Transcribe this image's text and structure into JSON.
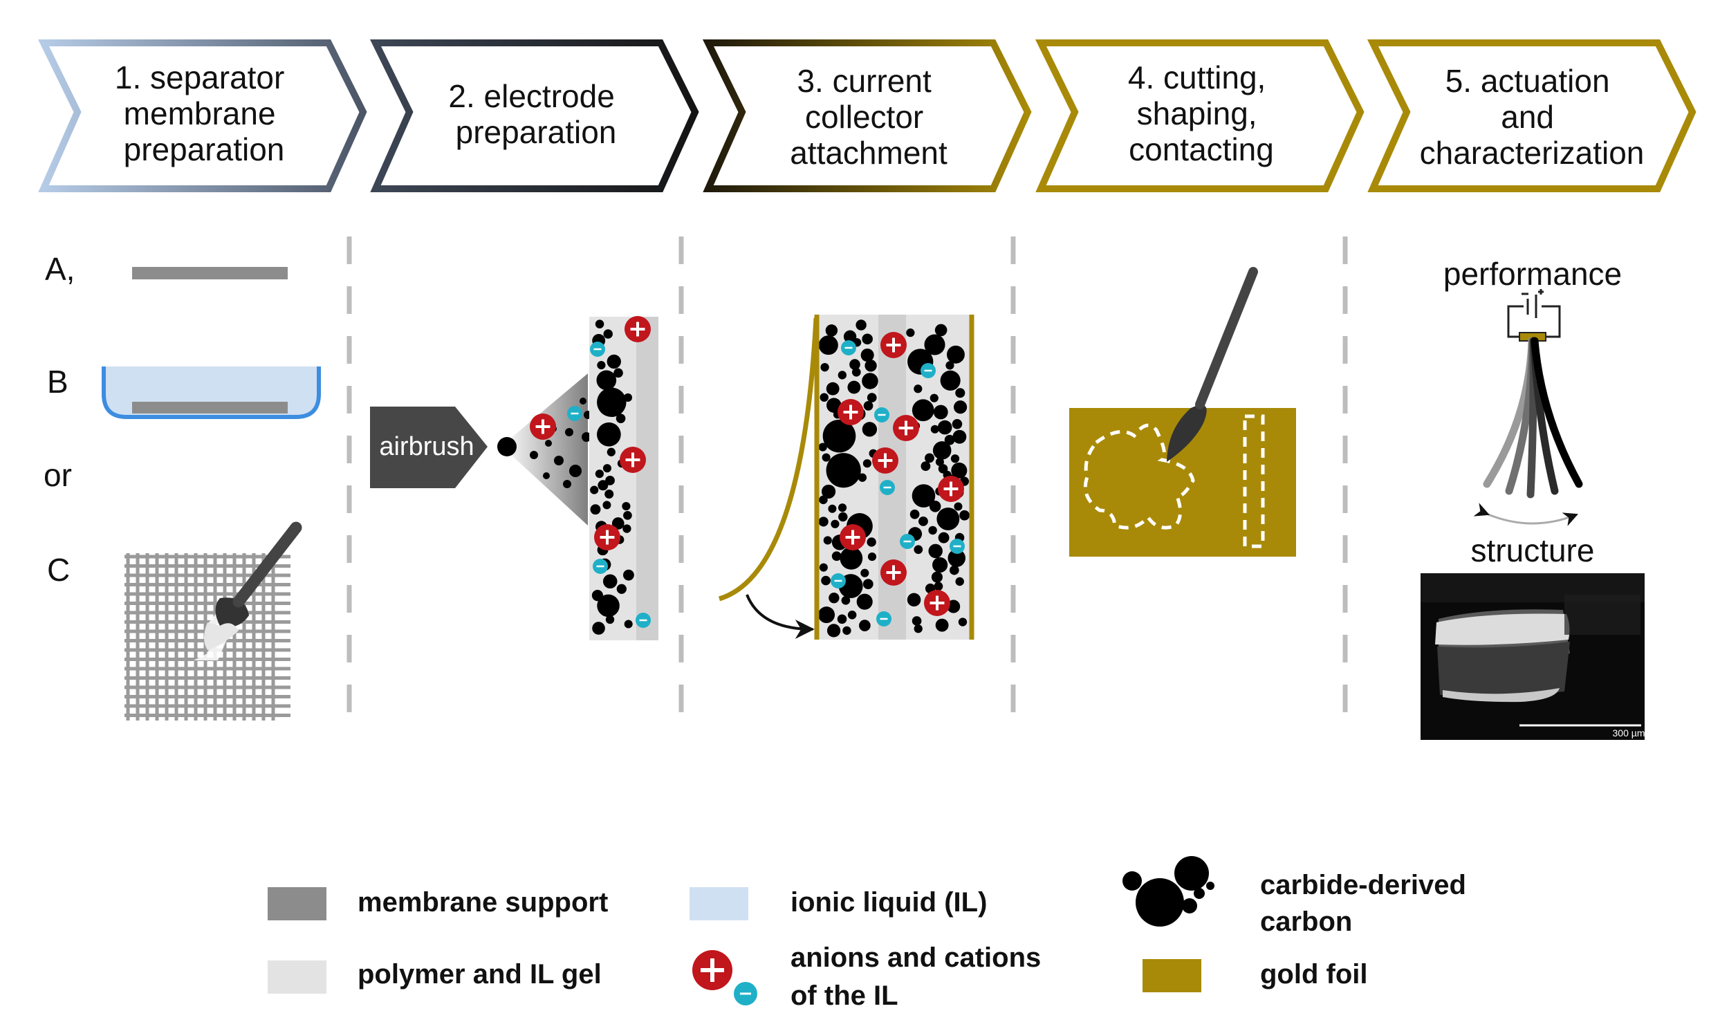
{
  "steps": [
    {
      "lines": [
        "1. separator",
        "membrane",
        "preparation"
      ]
    },
    {
      "lines": [
        "2. electrode",
        "preparation"
      ]
    },
    {
      "lines": [
        "3. current",
        "collector",
        "attachment"
      ]
    },
    {
      "lines": [
        "4. cutting,",
        "shaping,",
        "contacting"
      ]
    },
    {
      "lines": [
        "5. actuation",
        "and",
        "characterization"
      ]
    }
  ],
  "membrane_options": {
    "a": "A,",
    "b": "B",
    "or": "or",
    "c": "C"
  },
  "airbrush_label": "airbrush",
  "performance_label": "performance",
  "structure_label": "structure",
  "scale_bar_label": "300 µm",
  "legend": {
    "membrane_support": "membrane support",
    "polymer_il_gel": "polymer and IL gel",
    "ionic_liquid": "ionic liquid (IL)",
    "ions_line1": "anions and cations",
    "ions_line2": "of the IL",
    "carbon_line1": "carbide-derived",
    "carbon_line2": "carbon",
    "gold_foil": "gold foil"
  },
  "colors": {
    "membrane_support": "#8c8c8c",
    "polymer_gel": "#e3e3e3",
    "ionic_liquid": "#cfe0f2",
    "cation": "#c0161c",
    "anion": "#1fb0c8",
    "gold": "#a88a08",
    "carbon": "#000000",
    "airbrush": "#474747"
  }
}
